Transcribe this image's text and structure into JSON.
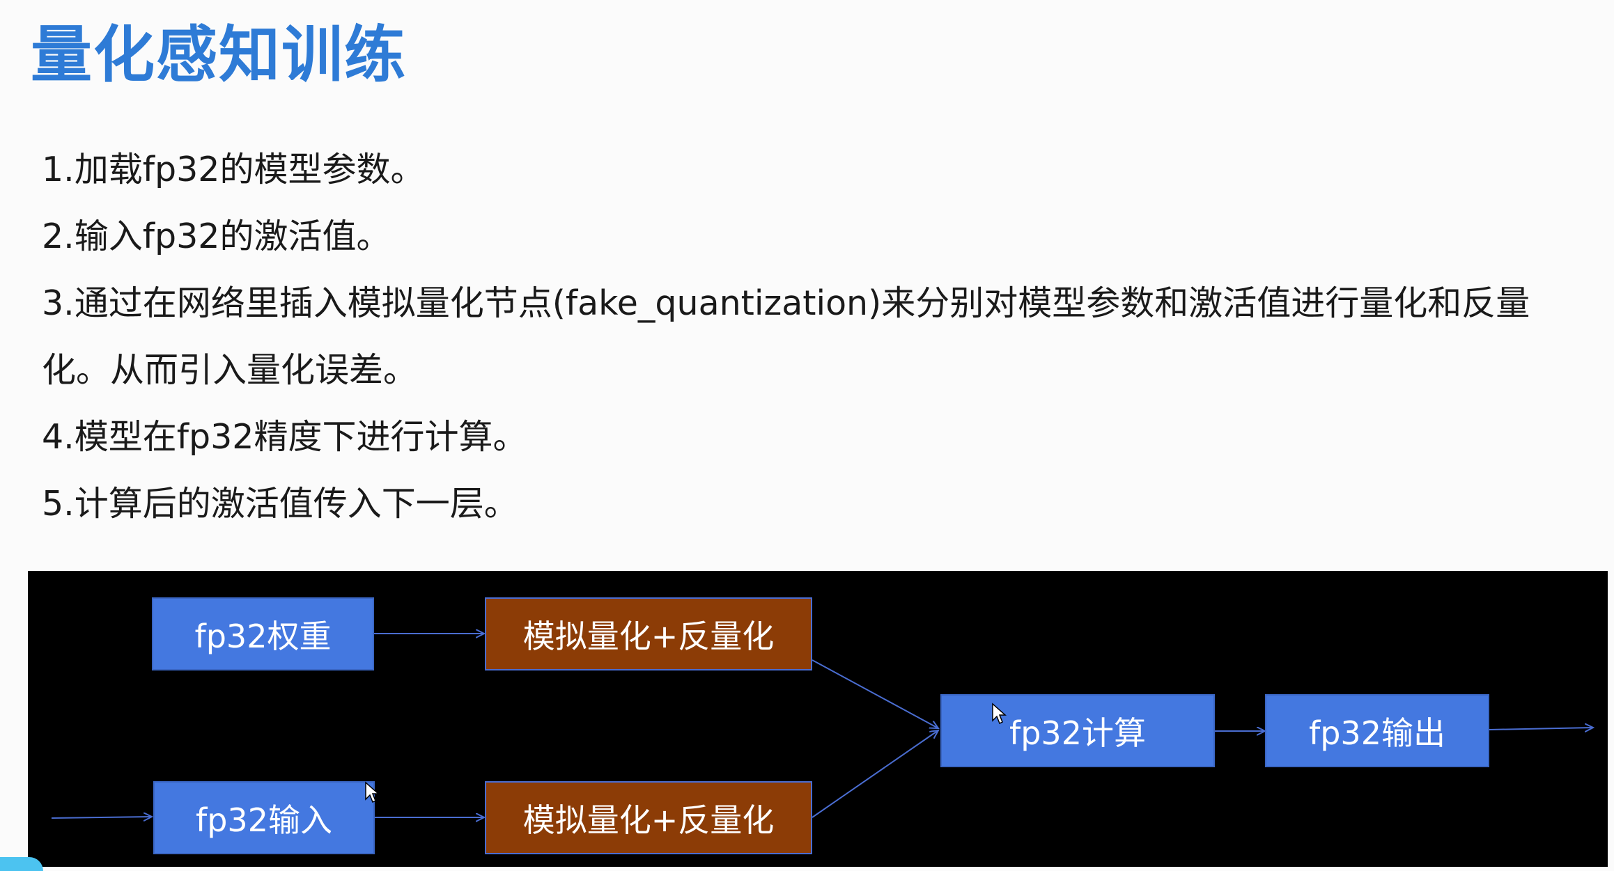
{
  "slide": {
    "title": "量化感知训练",
    "steps": [
      "1.加载fp32的模型参数。",
      "2.输入fp32的激活值。",
      "3.通过在网络里插入模拟量化节点(fake_quantization)来分别对模型参数和激活值进行量化和反量化。从而引入量化误差。",
      "4.模型在fp32精度下进行计算。",
      "5.计算后的激活值传入下一层。"
    ]
  },
  "diagram": {
    "boxes": {
      "weight": "fp32权重",
      "fake_quant_top": "模拟量化+反量化",
      "input": "fp32输入",
      "fake_quant_bottom": "模拟量化+反量化",
      "compute": "fp32计算",
      "output": "fp32输出"
    },
    "colors": {
      "blue_box": "#4478e0",
      "brown_box": "#8c3c06",
      "arrow": "#4a6dd1",
      "background": "#000000",
      "title": "#2e7bd6"
    }
  },
  "icons": [
    "cursor-arrow-icon"
  ]
}
